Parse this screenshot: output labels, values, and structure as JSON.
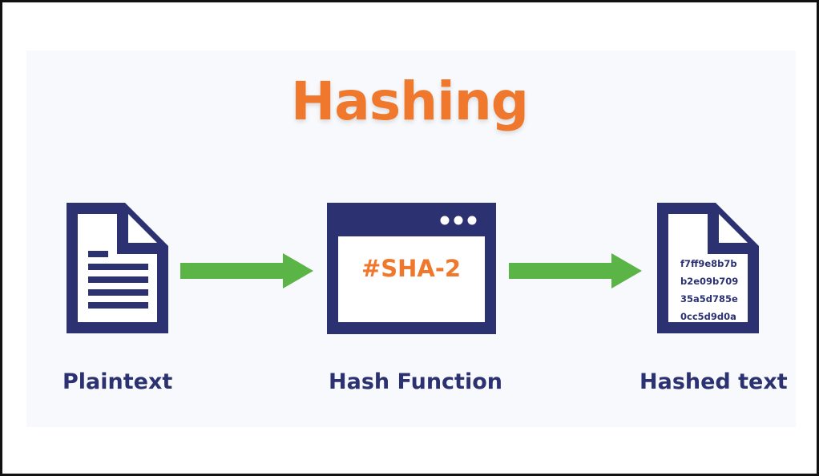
{
  "colors": {
    "navy": "#2c3271",
    "orange": "#f0782d",
    "green": "#5ab446"
  },
  "title": "Hashing",
  "steps": [
    {
      "label": "Plaintext",
      "icon": "document-lines-icon"
    },
    {
      "label": "Hash Function",
      "icon": "browser-window-icon",
      "content": "#SHA-2"
    },
    {
      "label": "Hashed text",
      "icon": "document-hash-icon",
      "hash_lines": [
        "f7ff9e8b7b",
        "b2e09b709",
        "35a5d785e",
        "0cc5d9d0a"
      ]
    }
  ],
  "arrows": [
    "right-arrow-icon",
    "right-arrow-icon"
  ]
}
